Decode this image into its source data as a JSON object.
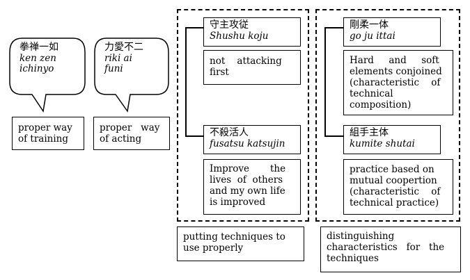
{
  "bubbles": [
    {
      "kanji": "拳禅一如",
      "romaji_1": "ken zen",
      "romaji_2": "ichinyo"
    },
    {
      "kanji": "力愛不二",
      "romaji_1": "riki ai",
      "romaji_2": "funi"
    }
  ],
  "bottom_boxes": [
    {
      "line1": "proper way",
      "line2": "of training"
    },
    {
      "line1": "proper   way",
      "line2": "of acting"
    }
  ],
  "group1": {
    "item1": {
      "kanji": "守主攻従",
      "romaji": "Shushu koju"
    },
    "desc1": {
      "line1": "not    attacking",
      "line2": "first"
    },
    "item2": {
      "kanji": "不殺活人",
      "romaji": "fusatsu katsujin"
    },
    "desc2": {
      "line1": "Improve       the",
      "line2": "lives  of  others",
      "line3": "and my own life",
      "line4": "is improved"
    },
    "caption": {
      "line1": "putting techniques to",
      "line2": "use properly"
    }
  },
  "group2": {
    "item1": {
      "kanji": "剛柔一体",
      "romaji": "go ju ittai"
    },
    "desc1": {
      "line1": "Hard     and     soft",
      "line2": "elements conjoined",
      "line3": "(characteristic    of",
      "line4": "technical",
      "line5": "composition)"
    },
    "item2": {
      "kanji": "組手主体",
      "romaji": "kumite shutai"
    },
    "desc2": {
      "line1": "practice based on",
      "line2": "mutual coopertion",
      "line3": "(characteristic    of",
      "line4": "technical practice)"
    },
    "caption": {
      "line1": "distinguishing",
      "line2": "characteristics   for   the",
      "line3": "techniques"
    }
  }
}
